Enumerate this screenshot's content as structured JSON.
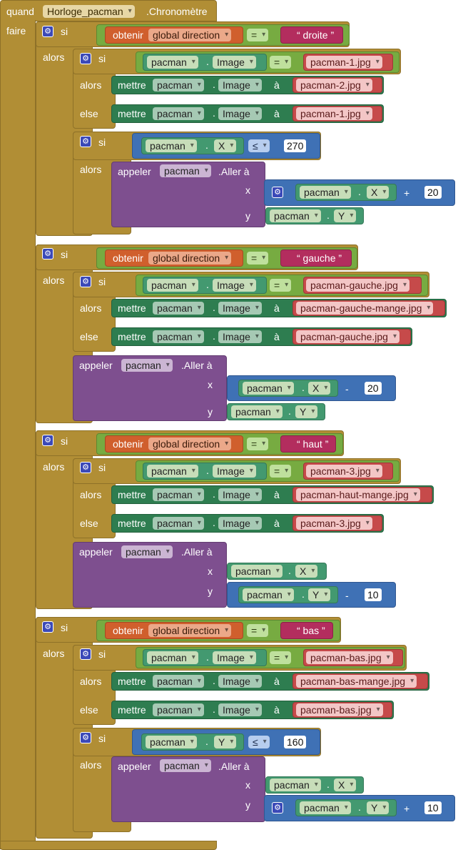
{
  "event": {
    "when": "quand",
    "component": "Horloge_pacman",
    "event_name": ".Chronomètre",
    "do": "faire"
  },
  "labels": {
    "if": "si",
    "then": "alors",
    "else": "else",
    "get": "obtenir",
    "set": "mettre",
    "to": "à",
    "call": "appeler",
    "goto": ".Aller à",
    "x": "x",
    "y": "y",
    "eq": "=",
    "le": "≤",
    "plus": "+",
    "minus": "-",
    "dot": "."
  },
  "vars": {
    "direction": "global direction"
  },
  "components": {
    "pacman": "pacman"
  },
  "props": {
    "image": "Image",
    "x": "X",
    "y": "Y"
  },
  "sections": {
    "droite": {
      "direction": "droite",
      "img_check": "pacman-1.jpg",
      "img_then": "pacman-2.jpg",
      "img_else": "pacman-1.jpg",
      "limit": "270",
      "step": "20"
    },
    "gauche": {
      "direction": "gauche",
      "img_check": "pacman-gauche.jpg",
      "img_then": "pacman-gauche-mange.jpg",
      "img_else": "pacman-gauche.jpg",
      "step": "20"
    },
    "haut": {
      "direction": "haut",
      "img_check": "pacman-3.jpg",
      "img_then": "pacman-haut-mange.jpg",
      "img_else": "pacman-3.jpg",
      "step": "10"
    },
    "bas": {
      "direction": "bas",
      "img_check": "pacman-bas.jpg",
      "img_then": "pacman-bas-mange.jpg",
      "img_else": "pacman-bas.jpg",
      "limit": "160",
      "step": "10"
    }
  },
  "icons": {
    "mutator": "gear-icon",
    "dropdown": "chevron-down-icon"
  },
  "colors": {
    "control": "#b18e35",
    "logic": "#77ab41",
    "math": "#3f71b5",
    "text": "#b32d5e",
    "variable": "#d05f2d",
    "component_set": "#2e7d50",
    "component_get": "#439970",
    "call": "#7e4f8f"
  }
}
